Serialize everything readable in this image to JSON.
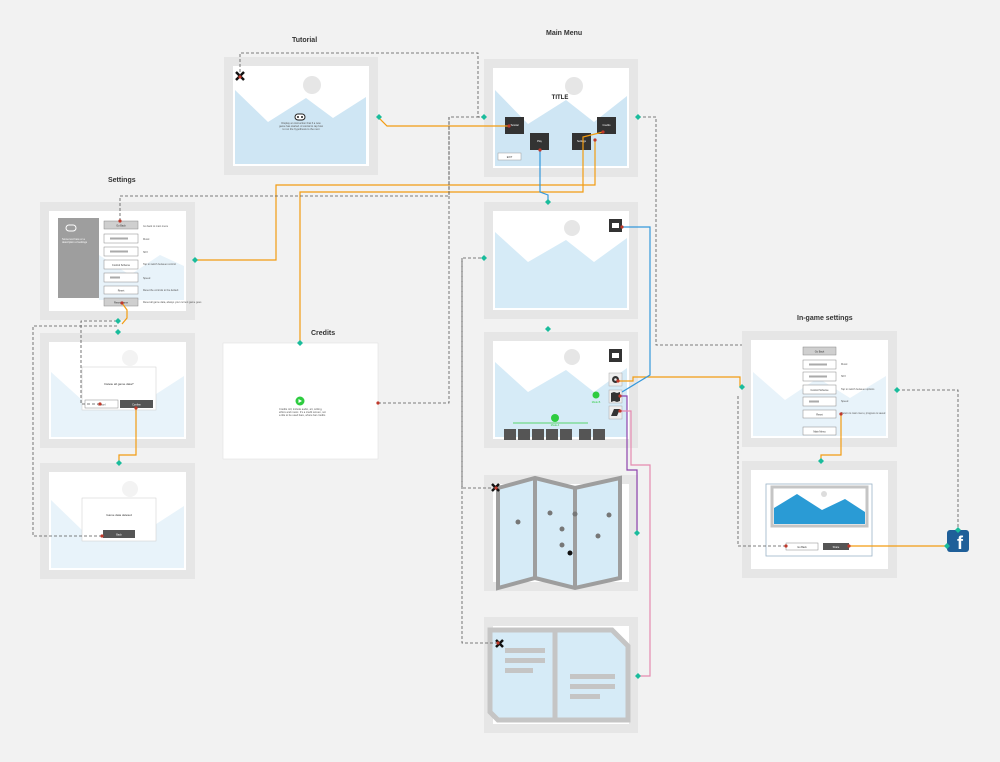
{
  "sections": {
    "tutorial": "Tutorial",
    "main_menu": "Main Menu",
    "settings": "Settings",
    "credits": "Credits",
    "in_game_settings": "In-game settings"
  },
  "main_menu": {
    "title": "TITLE",
    "buttons": [
      "Tutorial",
      "Play",
      "Settings",
      "Credits"
    ],
    "exit_label": "EXIT"
  },
  "tutorial": {
    "text": "Display an instruction that if a new game has started. A tutorial to tap how to run the hypothesis to the next"
  },
  "settings": {
    "left_text": "Some text here or a description of settings",
    "buttons": [
      "Go Back",
      "",
      "",
      "Control Scheme",
      "",
      "Reset",
      "Reset Game"
    ],
    "button_descriptions": [
      "Go back to main menu",
      "Music",
      "SFX",
      "Tap to switch between control",
      "Speed",
      "Reset the controls to the default",
      "Reset all game data, always your current game goes"
    ],
    "confirm_text": "Delete all game data?",
    "confirm_cancel": "Cancel",
    "confirm_ok": "Confirm",
    "done_text": "Game data deleted",
    "done_button": "Back"
  },
  "credits": {
    "text": "Credits roll, include audio, art, writing, ethics and music. It's a credit screen, not a title to be used bare, where bar credits"
  },
  "gameplay": {
    "label_a": "Mode A",
    "label_b": "Mode B"
  },
  "in_game_settings": {
    "buttons": [
      "Go Back",
      "",
      "",
      "Control Scheme",
      "",
      "Reset",
      "Main Menu"
    ],
    "button_descriptions": [
      "",
      "Music",
      "SFX",
      "Tap to switch between options",
      "Speed",
      "Return to main menu, progress is saved"
    ],
    "share_cancel": "Go Back",
    "share_confirm": "Share"
  },
  "icons": {
    "close": "close-icon",
    "controller": "gamepad-icon",
    "inventory": "briefcase-icon",
    "settings": "gear-icon",
    "map": "map-icon",
    "journal": "book-icon",
    "facebook": "facebook-icon",
    "pin": "map-pin-icon"
  },
  "colors": {
    "background": "#f2f2f2",
    "frame": "#e5e5e5",
    "image_placeholder": "#cfe6f4",
    "dark_button": "#333333",
    "connector_orange": "#f39c12",
    "connector_blue": "#3498db",
    "connector_purple": "#8e44ad",
    "connector_pink": "#e58ab0",
    "connector_dashed": "#555555",
    "node_diamond": "#1abc9c",
    "node_dot": "#c0392b",
    "accent_green": "#2ecc40",
    "facebook": "#1f5f99"
  }
}
